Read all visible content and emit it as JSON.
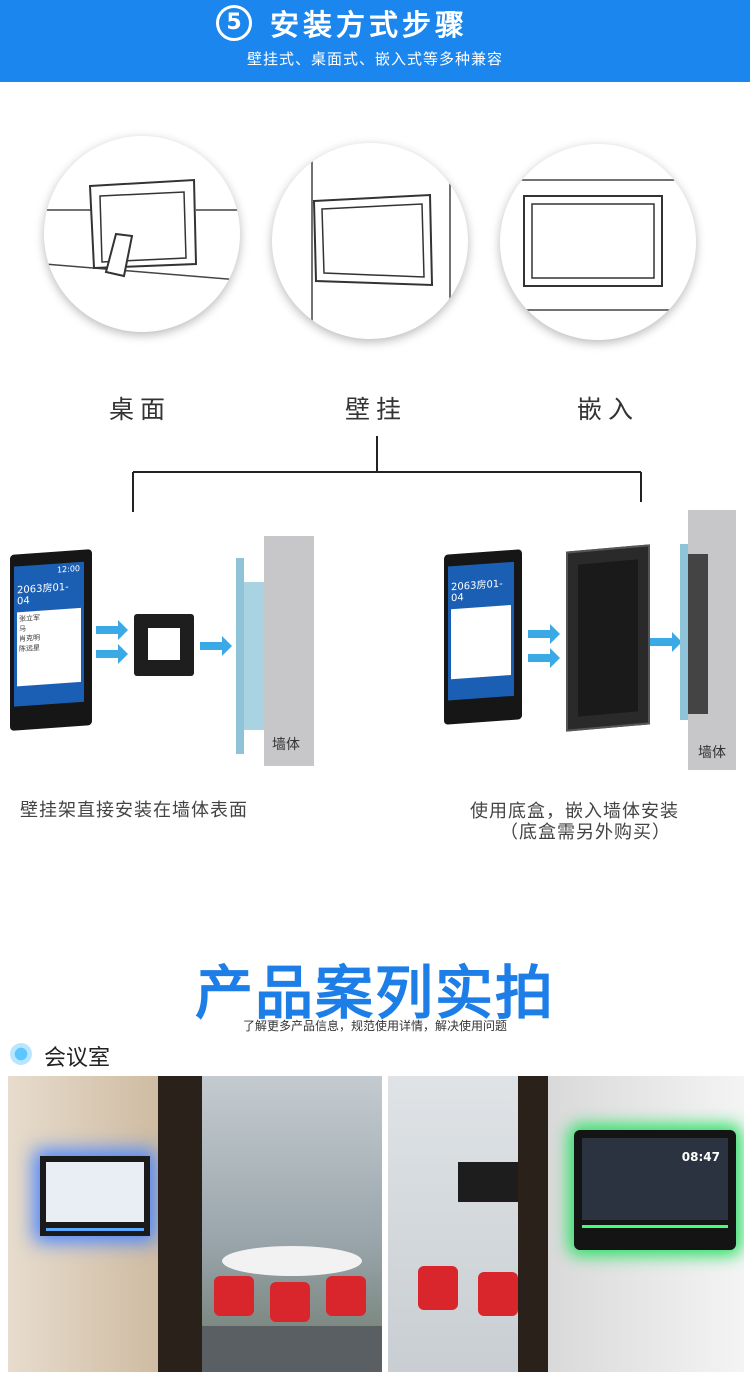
{
  "header": {
    "step_number": "5",
    "title": "安装方式步骤",
    "subtitle": "壁挂式、桌面式、嵌入式等多种兼容"
  },
  "modes": {
    "desktop": "桌面",
    "wall": "壁挂",
    "embed": "嵌入"
  },
  "diagram": {
    "wall_label": "墙体",
    "device_time": "12:00",
    "device_room": "2063房01-04",
    "device_names": [
      "张立军",
      "马",
      "肖克明",
      "陈远星"
    ]
  },
  "captions": {
    "wall_mount": "壁挂架直接安装在墙体表面",
    "embed_line1": "使用底盒，嵌入墙体安装",
    "embed_line2": "（底盒需另外购买）"
  },
  "cases": {
    "title": "产品案列实拍",
    "subtitle": "了解更多产品信息，规范使用详情，解决使用问题",
    "room_label": "会议室",
    "photo2_time": "08:47"
  }
}
